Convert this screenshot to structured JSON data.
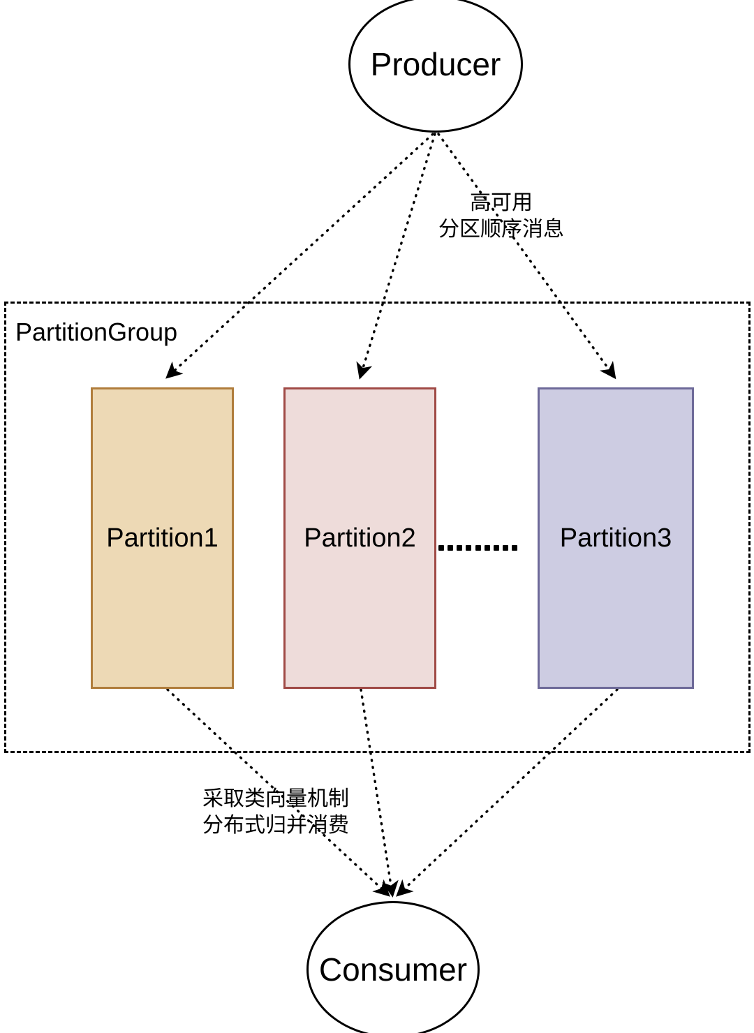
{
  "diagram": {
    "title": "PartitionGroup message flow",
    "background": "#ffffff"
  },
  "nodes": {
    "producer": {
      "label": "Producer",
      "shape": "ellipse",
      "fill": "#ffffff",
      "stroke": "#000000"
    },
    "consumer": {
      "label": "Consumer",
      "shape": "ellipse",
      "fill": "#ffffff",
      "stroke": "#000000"
    },
    "partition_group": {
      "label": "PartitionGroup",
      "shape": "dashed-rectangle",
      "stroke": "#000000"
    },
    "partitions": [
      {
        "label": "Partition1",
        "fill": "#EDD9B5",
        "stroke": "#B07D3C"
      },
      {
        "label": "Partition2",
        "fill": "#EEDCDA",
        "stroke": "#A04A46"
      },
      {
        "label": "Partition3",
        "fill": "#CDCCE2",
        "stroke": "#6E6A99"
      }
    ]
  },
  "separators": {
    "partition_ellipsis_dots": 9
  },
  "edges": {
    "producer_to_partitions": {
      "label": "高可用\n分区顺序消息",
      "style": "dotted",
      "arrow": "to-partitions",
      "color": "#000000"
    },
    "partitions_to_consumer": {
      "label": "采取类向量机制\n分布式归并消费",
      "style": "dotted",
      "arrow": "to-consumer",
      "color": "#000000"
    }
  }
}
